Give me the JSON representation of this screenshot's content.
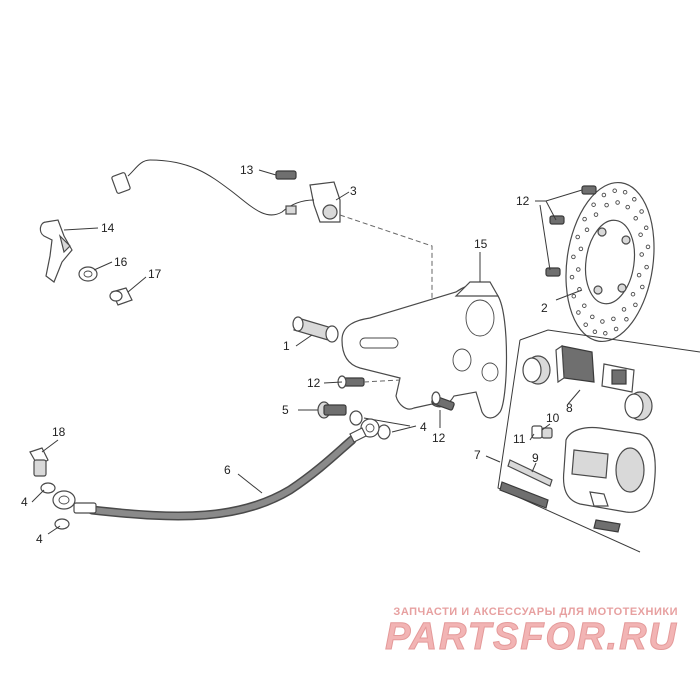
{
  "callouts": {
    "c1": "1",
    "c2": "2",
    "c3": "3",
    "c4a": "4",
    "c4b": "4",
    "c4c": "4",
    "c5": "5",
    "c6": "6",
    "c7": "7",
    "c8": "8",
    "c9": "9",
    "c10": "10",
    "c11": "11",
    "c12a": "12",
    "c12b": "12",
    "c12c": "12",
    "c13": "13",
    "c14": "14",
    "c15": "15",
    "c16": "16",
    "c17": "17",
    "c18": "18"
  },
  "watermark": {
    "tagline": "ЗАПЧАСТИ И АКСЕССУАРЫ ДЛЯ МОТОТЕХНИКИ",
    "logo": "PARTSFOR.RU"
  },
  "colors": {
    "line": "#4a4a4a",
    "watermark": "#e7a0a0"
  }
}
